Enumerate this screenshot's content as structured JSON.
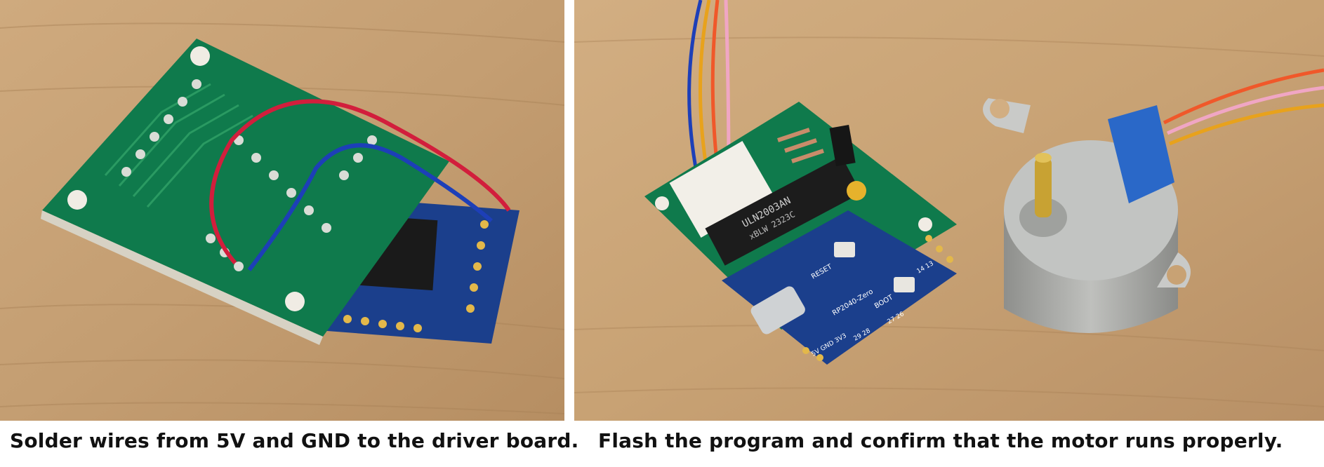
{
  "captions": {
    "left": "Solder wires from 5V and GND to the driver board.",
    "right": "Flash the program and confirm that the motor runs properly."
  },
  "chip_marking": {
    "line1": "ULN2003AN",
    "line2": "xBLW  2323C"
  },
  "pico_silkscreen": {
    "reset": "RESET",
    "boot": "BOOT",
    "model": "RP2040-Zero",
    "pins_a": "14 13",
    "pins_b": "27 26",
    "pins_c": "29 28",
    "power": "5V GND 3V3"
  },
  "colors": {
    "wood": "#c9a57a",
    "pcb_green": "#0f7a4c",
    "pico_blue": "#1b3f8c",
    "wire_red": "#d21e3c",
    "wire_blue": "#1d3fb8",
    "motor_metal": "#a8a9a6",
    "motor_cap": "#2a68c8",
    "background": "#ffffff"
  }
}
